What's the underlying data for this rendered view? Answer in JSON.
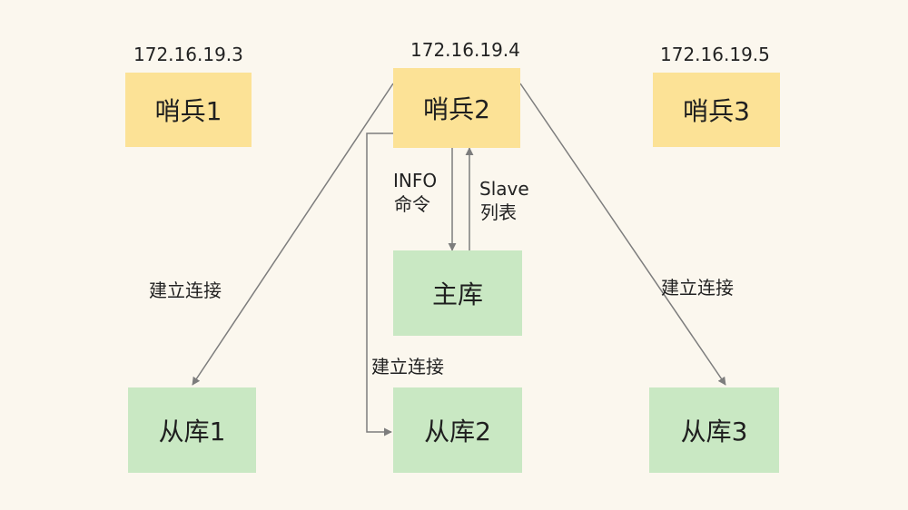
{
  "sentinels": [
    {
      "name": "哨兵1",
      "ip": "172.16.19.3"
    },
    {
      "name": "哨兵2",
      "ip": "172.16.19.4"
    },
    {
      "name": "哨兵3",
      "ip": "172.16.19.5"
    }
  ],
  "master": {
    "name": "主库"
  },
  "replicas": [
    {
      "name": "从库1"
    },
    {
      "name": "从库2"
    },
    {
      "name": "从库3"
    }
  ],
  "edge_labels": {
    "info_command_line1": "INFO",
    "info_command_line2": "命令",
    "slave_list_line1": "Slave",
    "slave_list_line2": "列表",
    "connect_left": "建立连接",
    "connect_middle": "建立连接",
    "connect_right": "建立连接"
  },
  "colors": {
    "background": "#fbf7ee",
    "sentinel_box": "#fce296",
    "db_box": "#c9e8c3",
    "edge": "#7d7d7d"
  }
}
